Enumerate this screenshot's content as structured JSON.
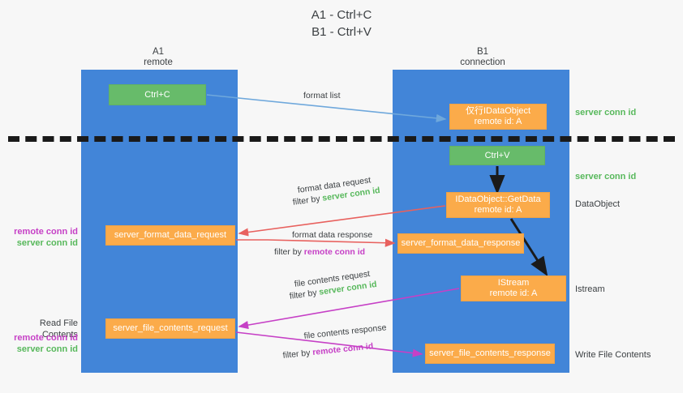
{
  "title": {
    "line1": "A1 - Ctrl+C",
    "line2": "B1 - Ctrl+V"
  },
  "columns": {
    "a1": {
      "name": "A1",
      "sub": "remote"
    },
    "b1": {
      "name": "B1",
      "sub": "connection"
    }
  },
  "boxes": {
    "ctrl_c": {
      "label": "Ctrl+C",
      "color": "#67bb6a"
    },
    "ctrl_v": {
      "label": "Ctrl+V",
      "color": "#67bb6a"
    },
    "idataobject": {
      "line1": "仅行IDataObject",
      "line2": "remote id: A",
      "color": "#fbab4a"
    },
    "getdata": {
      "line1": "IDataObject::GetData",
      "line2": "remote id: A",
      "color": "#fbab4a"
    },
    "istream": {
      "line1": "IStream",
      "line2": "remote id: A",
      "color": "#fbab4a"
    },
    "server_format_data_request": {
      "label": "server_format_data_request",
      "color": "#fbab4a"
    },
    "server_format_data_response": {
      "label": "server_format_data_response",
      "color": "#fbab4a"
    },
    "server_file_contents_request": {
      "label": "server_file_contents_request",
      "color": "#fbab4a"
    },
    "server_file_contents_response": {
      "label": "server_file_contents_response",
      "color": "#fbab4a"
    }
  },
  "arrow_labels": {
    "format_list": "format list",
    "format_data_request": "format data request",
    "format_data_request_filter_prefix": "filter by ",
    "format_data_request_filter_value": "server conn id",
    "format_data_response": "format data response",
    "format_data_response_filter_prefix": "filter by ",
    "format_data_response_filter_value": "remote conn id",
    "file_contents_request": "file contents request",
    "file_contents_request_filter_prefix": "filter by ",
    "file_contents_request_filter_value": "server conn id",
    "file_contents_response": "file contents response",
    "file_contents_response_filter_prefix": "filter by ",
    "file_contents_response_filter_value": "remote conn id"
  },
  "side_right": {
    "server_conn_id_1": "server conn id",
    "server_conn_id_2": "server conn id",
    "dataobject": "DataObject",
    "istream": "Istream",
    "write_file_contents": "Write File Contents"
  },
  "side_left": {
    "remote_conn_id_1": "remote conn id",
    "server_conn_id_1": "server conn id",
    "read_file_contents": "Read File Contents",
    "remote_conn_id_2": "remote conn id",
    "server_conn_id_2": "server conn id"
  },
  "colors": {
    "lane": "#4285d8",
    "green_box": "#67bb6a",
    "orange_box": "#fbab4a",
    "green_text": "#57b85b",
    "magenta_text": "#c640c6",
    "blue_arrow": "#6fa8dc",
    "red_arrow": "#e8615e",
    "magenta_arrow": "#c640c6",
    "black_arrow": "#1a1a1a",
    "background": "#f7f7f7"
  }
}
